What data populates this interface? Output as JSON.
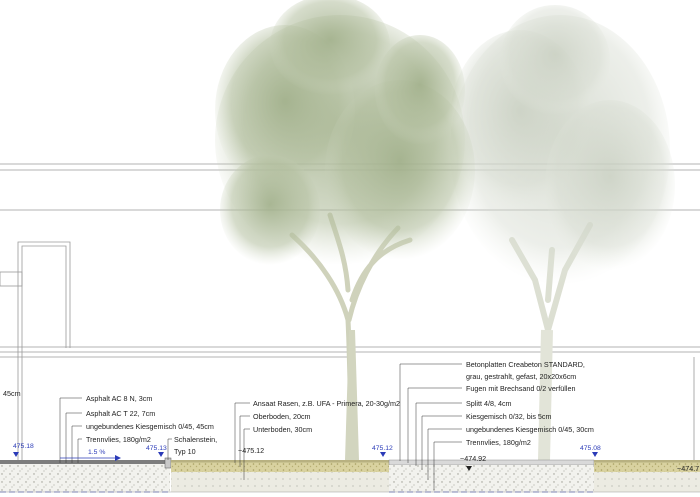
{
  "section": {
    "left_edge_label": "45cm",
    "road_layers": [
      "Asphalt AC 8 N, 3cm",
      "Asphalt AC T 22, 7cm",
      "ungebundenes Kiesgemisch 0/45, 45cm",
      "Trennvlies, 180g/m2"
    ],
    "curb": [
      "Schalenstein,",
      "Typ 10"
    ],
    "planting_layers": [
      "Ansaat Rasen, z.B. UFA - Primera, 20-30g/m2",
      "Oberboden, 20cm",
      "Unterboden, 30cm"
    ],
    "paving_layers": [
      "Betonplatten Creabeton STANDARD,",
      "grau, gestrahlt, gefast, 20x20x6cm",
      "Fugen mit Brechsand 0/2 verfüllen",
      "Splitt 4/8, 4cm",
      "Kiesgemisch 0/32, bis 5cm",
      "ungebundenes Kiesgemisch 0/45, 30cm",
      "Trennvlies, 180g/m2"
    ],
    "elevations": {
      "road_edge": "475.18",
      "slope": "1.5 %",
      "curb_top": "475.13",
      "planting_bottom": "~475.12",
      "paving_start": "475.12",
      "paving_bottom": "~474.92",
      "paving_end": "475.08",
      "right_edge": "~474.7"
    },
    "colors": {
      "elevation_text": "#2b3bb8",
      "tree_foliage": "#a7b594",
      "tree_trunk": "#cfd2bb",
      "soil": "#c9c28d",
      "paving": "#d9d9d9"
    }
  }
}
